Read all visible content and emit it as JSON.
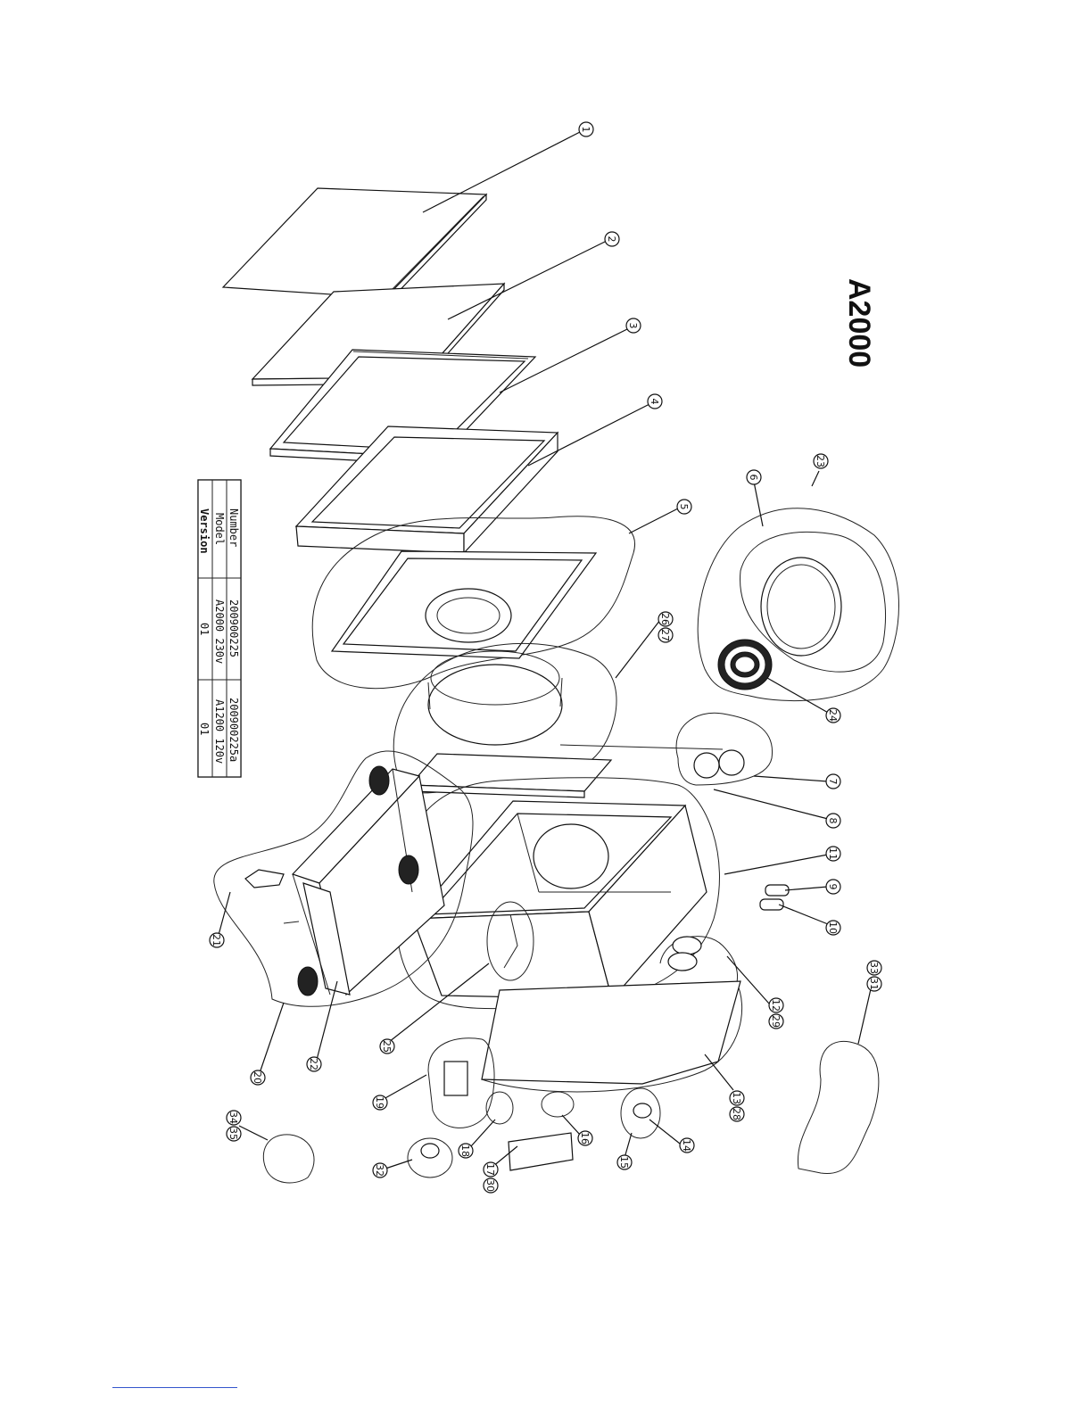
{
  "title": "A2000",
  "title_block": {
    "headers": [
      "Number",
      "Model",
      "Version"
    ],
    "columns": [
      {
        "number": "200900225",
        "model": "A2000 230v",
        "version": "01"
      },
      {
        "number": "200900225a",
        "model": "A1200 120v",
        "version": "01"
      }
    ]
  },
  "callouts": [
    "1",
    "2",
    "3",
    "4",
    "5",
    "6",
    "7",
    "8",
    "9",
    "10",
    "11",
    "12",
    "13",
    "14",
    "15",
    "16",
    "17",
    "18",
    "19",
    "20",
    "21",
    "22",
    "23",
    "24",
    "25",
    "26",
    "27",
    "28",
    "29",
    "30",
    "31",
    "32",
    "33",
    "34",
    "35"
  ],
  "colors": {
    "line": "#111111",
    "background": "#ffffff",
    "footer_rule": "#3355cc"
  }
}
